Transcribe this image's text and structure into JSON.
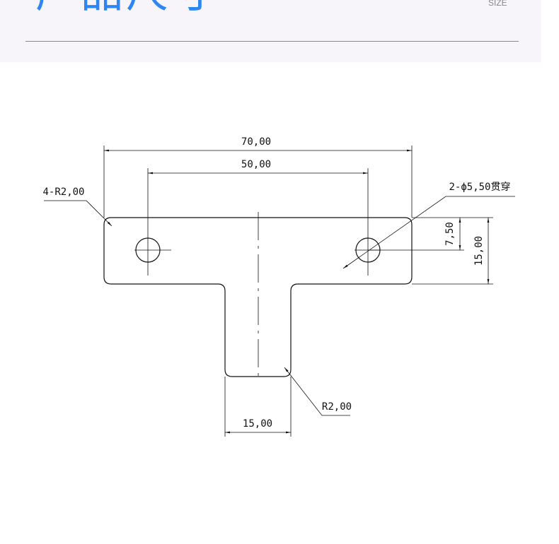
{
  "header": {
    "title": "产品尺寸",
    "subtitle": "SIZE",
    "accent": "#2f86f0"
  },
  "drawing": {
    "overall_width": "70,00",
    "hole_spacing": "50,00",
    "corner_radius": "4-R2,00",
    "holes": "2-ϕ5,50贯穿",
    "hole_offset": "7,50",
    "plate_height": "15,00",
    "stem_width": "15,00",
    "stem_radius": "R2,00"
  }
}
